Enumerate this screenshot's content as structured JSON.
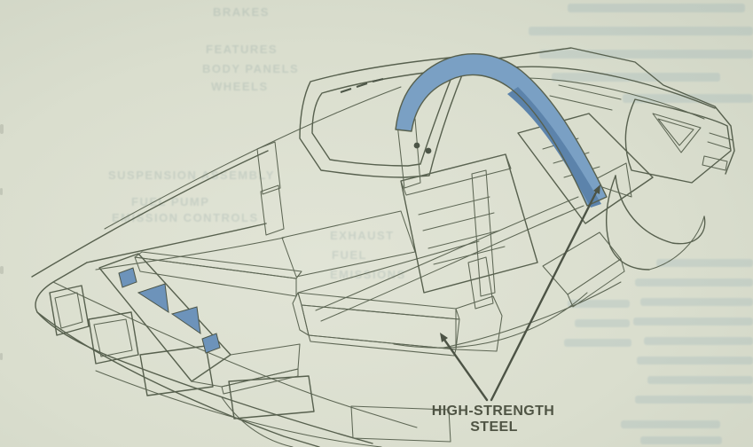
{
  "document": {
    "kind": "scanned brochure illustration page",
    "paper_color": "#d9ddcd"
  },
  "diagram": {
    "callout": {
      "line1": "HIGH-STRENGTH",
      "line2": "STEEL"
    },
    "colors": {
      "label_text": "#4f5444",
      "line_art": "#57604e",
      "steel_blue": "#7aa0c4",
      "steel_blue_dark": "#5c83ab",
      "steel_blue_light": "#94b3d1",
      "panel_gray_blue": "#c3ced5",
      "paper": "#d9ddcd"
    }
  },
  "ghost_text": {
    "left_list": [
      "BRAKES",
      "FEATURES",
      "BODY PANELS",
      "WHEELS"
    ],
    "mid_list": [
      "SUSPENSION ASSEMBLY",
      "FUEL PUMP",
      "EMISSION CONTROLS"
    ],
    "center_list": [
      "EXHAUST",
      "FUEL",
      "EMISSIONS"
    ]
  }
}
